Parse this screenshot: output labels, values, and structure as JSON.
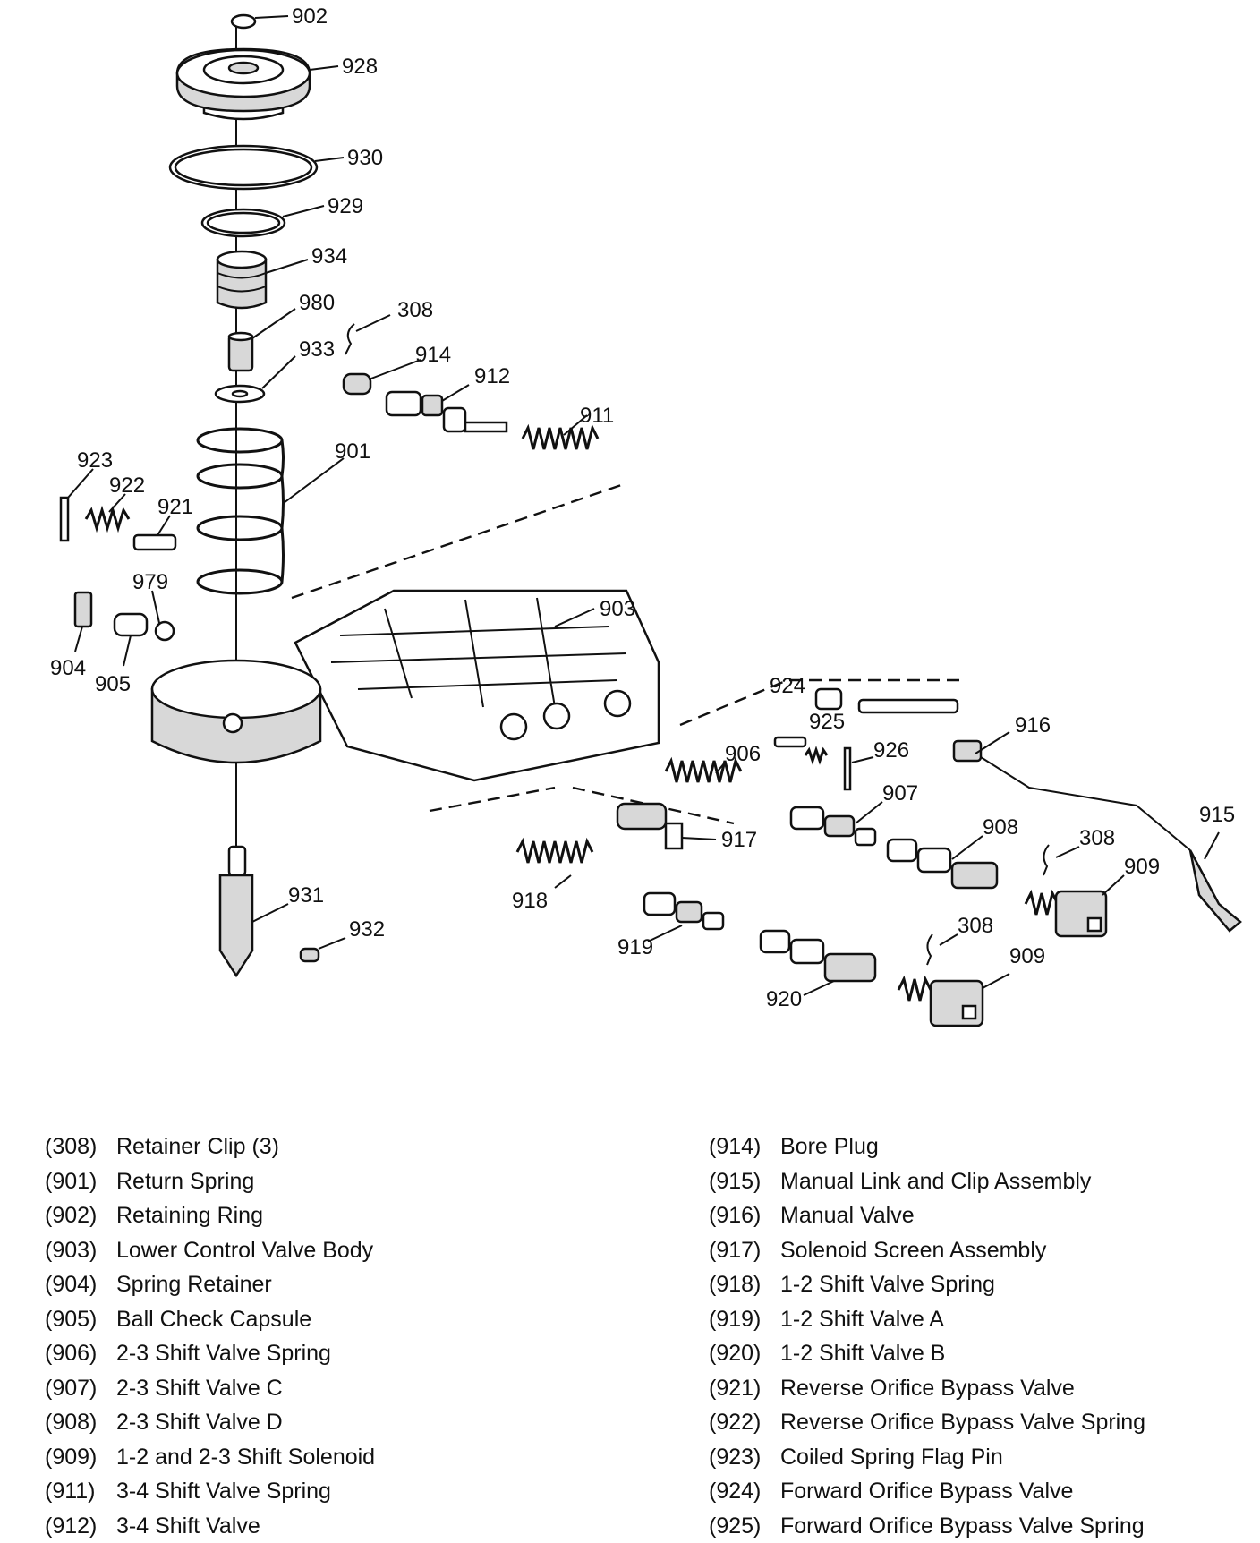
{
  "callouts": {
    "c902": "902",
    "c928": "928",
    "c930": "930",
    "c929": "929",
    "c934": "934",
    "c980": "980",
    "c933": "933",
    "c901": "901",
    "c308a": "308",
    "c914": "914",
    "c912": "912",
    "c911": "911",
    "c923": "923",
    "c922": "922",
    "c921": "921",
    "c979": "979",
    "c904": "904",
    "c905": "905",
    "c903": "903",
    "c924": "924",
    "c925": "925",
    "c916": "916",
    "c926": "926",
    "c906": "906",
    "c907": "907",
    "c917": "917",
    "c908": "908",
    "c308b": "308",
    "c909a": "909",
    "c915": "915",
    "c931": "931",
    "c932": "932",
    "c918": "918",
    "c919": "919",
    "c308c": "308",
    "c909b": "909",
    "c920": "920"
  },
  "legend_left": [
    {
      "num": "(308)",
      "label": "Retainer Clip (3)"
    },
    {
      "num": "(901)",
      "label": "Return Spring"
    },
    {
      "num": "(902)",
      "label": "Retaining Ring"
    },
    {
      "num": "(903)",
      "label": "Lower Control Valve Body"
    },
    {
      "num": "(904)",
      "label": "Spring Retainer"
    },
    {
      "num": "(905)",
      "label": "Ball Check Capsule"
    },
    {
      "num": "(906)",
      "label": "2-3 Shift Valve Spring"
    },
    {
      "num": "(907)",
      "label": "2-3 Shift Valve C"
    },
    {
      "num": "(908)",
      "label": "2-3 Shift Valve D"
    },
    {
      "num": "(909)",
      "label": "1-2 and 2-3 Shift Solenoid"
    },
    {
      "num": "(911)",
      "label": "3-4 Shift Valve Spring"
    },
    {
      "num": "(912)",
      "label": "3-4 Shift Valve"
    }
  ],
  "legend_right": [
    {
      "num": "(914)",
      "label": "Bore Plug"
    },
    {
      "num": "(915)",
      "label": "Manual Link and Clip Assembly"
    },
    {
      "num": "(916)",
      "label": "Manual Valve"
    },
    {
      "num": "(917)",
      "label": "Solenoid Screen Assembly"
    },
    {
      "num": "(918)",
      "label": "1-2 Shift Valve Spring"
    },
    {
      "num": "(919)",
      "label": "1-2 Shift Valve A"
    },
    {
      "num": "(920)",
      "label": "1-2 Shift Valve B"
    },
    {
      "num": "(921)",
      "label": "Reverse Orifice Bypass Valve"
    },
    {
      "num": "(922)",
      "label": "Reverse Orifice Bypass Valve Spring"
    },
    {
      "num": "(923)",
      "label": "Coiled Spring Flag Pin"
    },
    {
      "num": "(924)",
      "label": "Forward Orifice Bypass Valve"
    },
    {
      "num": "(925)",
      "label": "Forward Orifice Bypass Valve Spring"
    }
  ]
}
